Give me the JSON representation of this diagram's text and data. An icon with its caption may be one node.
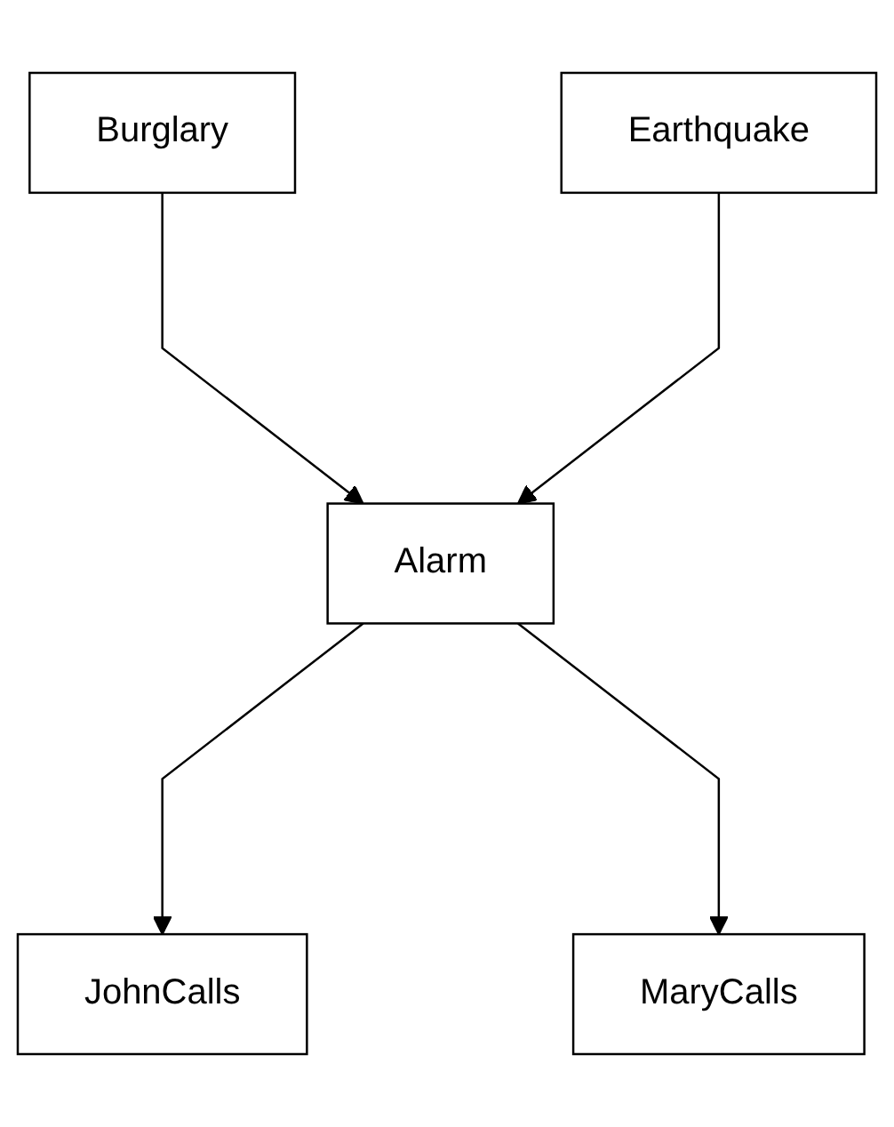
{
  "diagram": {
    "nodes": [
      {
        "text": [
          "Burglary"
        ]
      },
      {
        "text": [
          "Earthquake"
        ]
      },
      {
        "text": [
          "Alarm"
        ]
      },
      {
        "text": [
          "JohnCalls"
        ]
      },
      {
        "text": [
          "MaryCalls"
        ]
      }
    ],
    "edges": [
      {
        "from": 0,
        "to": 2,
        "arrow": "to"
      },
      {
        "from": 1,
        "to": 2,
        "arrow": "to"
      },
      {
        "from": 2,
        "to": 3,
        "arrow": "to"
      },
      {
        "from": 2,
        "to": 4,
        "arrow": "to"
      }
    ]
  }
}
